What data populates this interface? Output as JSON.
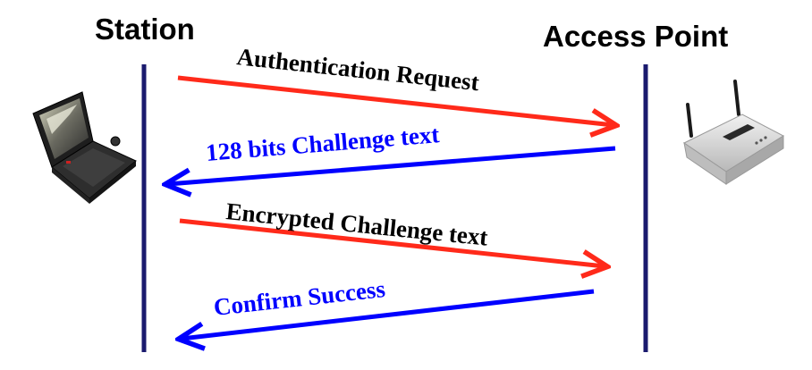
{
  "actors": {
    "station": {
      "label": "Station",
      "icon": "laptop-icon"
    },
    "access_point": {
      "label": "Access Point",
      "icon": "wireless-router-icon"
    }
  },
  "colors": {
    "lifeline": "#1a1a6e",
    "request_arrow": "#ff2a1a",
    "request_text": "#000000",
    "response_arrow": "#0000ff",
    "response_text": "#0000ff"
  },
  "messages": [
    {
      "label": "Authentication Request",
      "from": "station",
      "to": "access_point"
    },
    {
      "label": "128 bits Challenge text",
      "from": "access_point",
      "to": "station"
    },
    {
      "label": "Encrypted Challenge text",
      "from": "station",
      "to": "access_point"
    },
    {
      "label": "Confirm Success",
      "from": "access_point",
      "to": "station"
    }
  ]
}
